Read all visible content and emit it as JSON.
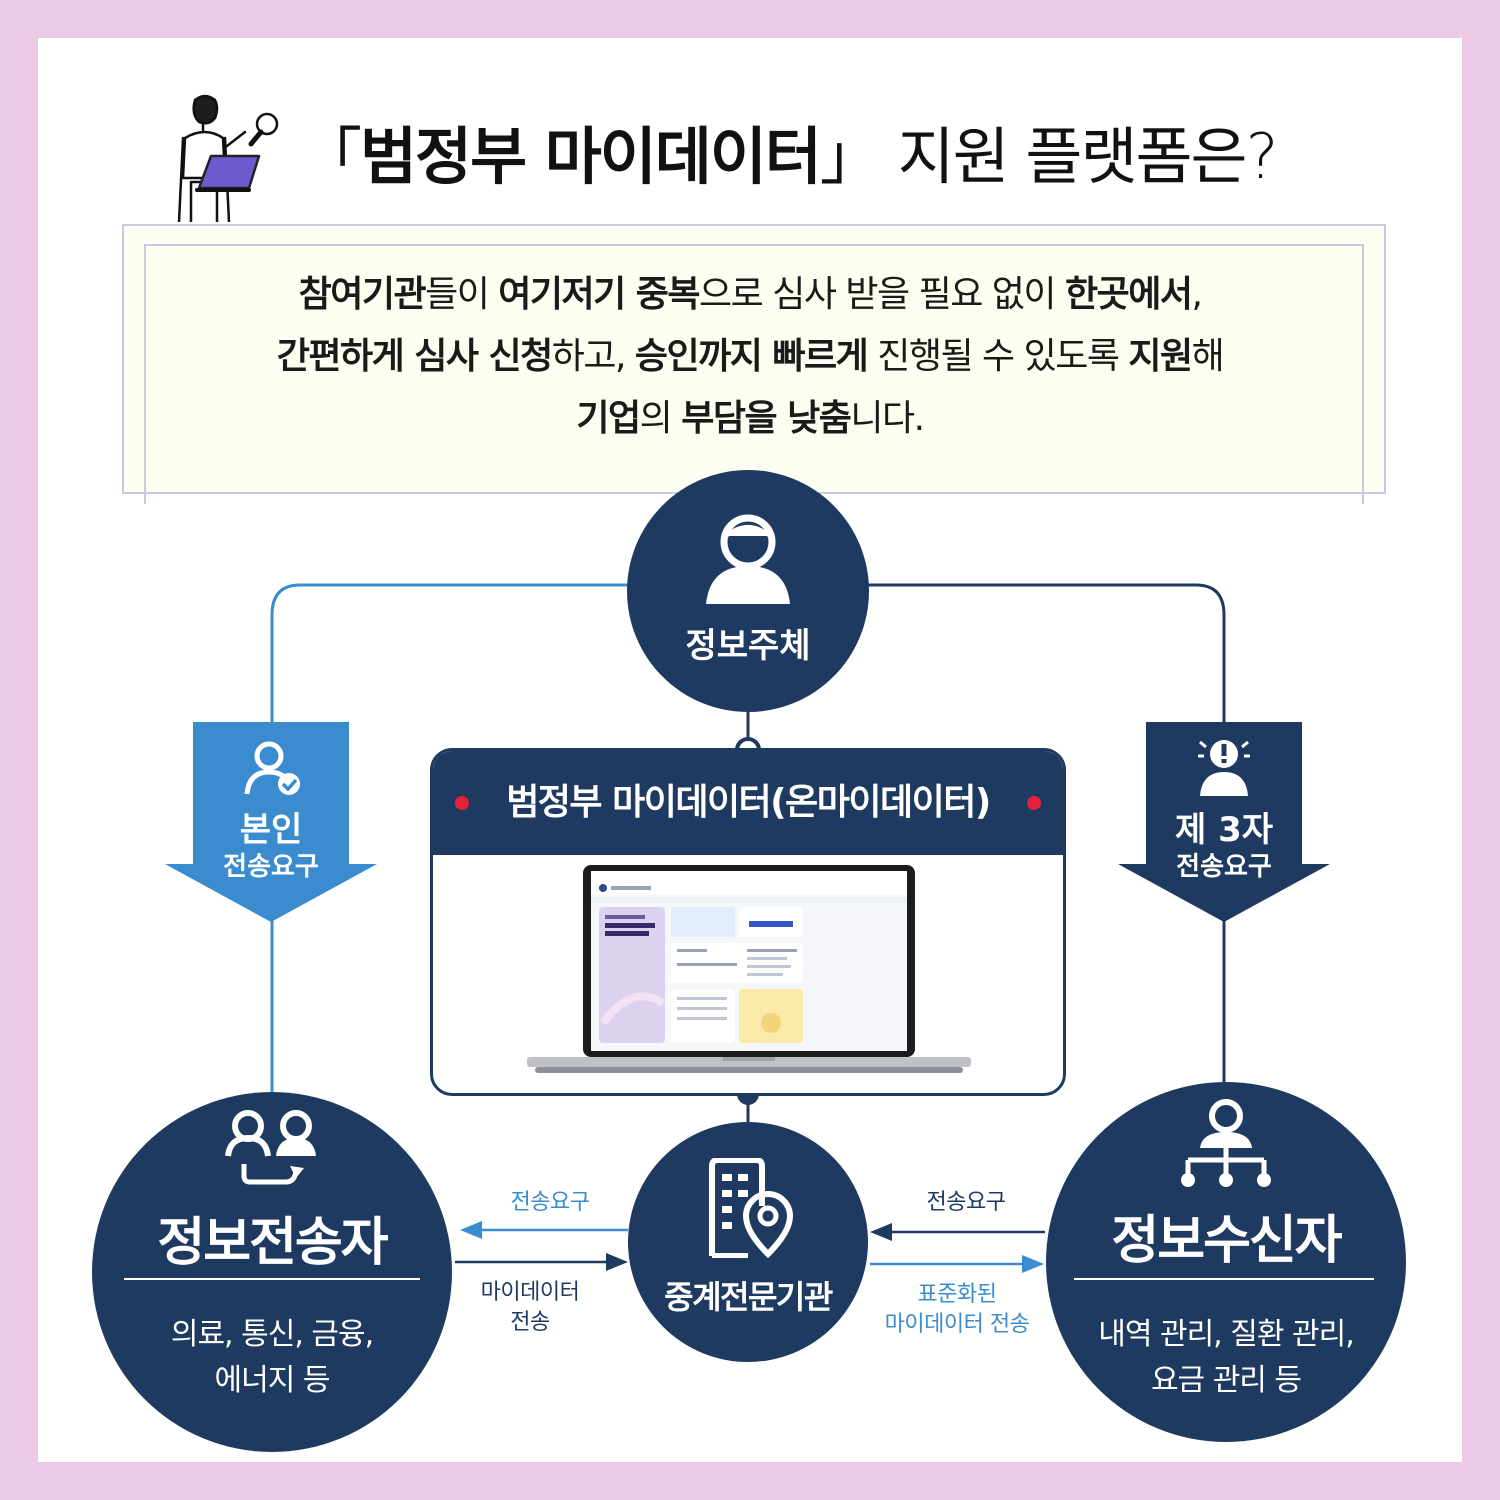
{
  "title": {
    "open_bracket": "「",
    "highlight": "범정부 마이데이터",
    "close_bracket": "」",
    "rest": " 지원 플랫폼은?"
  },
  "intro": {
    "l1_a": "참여기관",
    "l1_b": "들이 ",
    "l1_c": "여기저기 중복",
    "l1_d": "으로 심사 받을 필요 없이 ",
    "l1_e": "한곳에서",
    "l1_f": ",",
    "l2_a": "간편하게 심사 신청",
    "l2_b": "하고, ",
    "l2_c": "승인까지 빠르게",
    "l2_d": " 진행될 수 있도록 ",
    "l2_e": "지원",
    "l2_f": "해",
    "l3_a": "기업",
    "l3_b": "의 ",
    "l3_c": "부담을 낮춤",
    "l3_d": "니다."
  },
  "nodes": {
    "subject": {
      "label": "정보주체"
    },
    "sender": {
      "label": "정보전송자",
      "desc1": "의료, 통신, 금융,",
      "desc2": "에너지 등"
    },
    "receiver": {
      "label": "정보수신자",
      "desc1": "내역 관리, 질환 관리,",
      "desc2": "요금 관리 등"
    },
    "broker": {
      "label": "중계전문기관"
    }
  },
  "arrows": {
    "self": {
      "title": "본인",
      "sub": "전송요구"
    },
    "third": {
      "title": "제 3자",
      "sub": "전송요구"
    }
  },
  "platform": {
    "title": "범정부 마이데이터(온마이데이터)"
  },
  "flows": {
    "to_sender_request": "전송요구",
    "from_sender_l1": "마이데이터",
    "from_sender_l2": "전송",
    "from_receiver_request": "전송요구",
    "to_receiver_l1": "표준화된",
    "to_receiver_l2": "마이데이터 전송"
  },
  "colors": {
    "navy": "#1f3a60",
    "blue": "#3b8ccf",
    "border_pink": "#ecc9e6",
    "accent_red": "#e5213a"
  }
}
